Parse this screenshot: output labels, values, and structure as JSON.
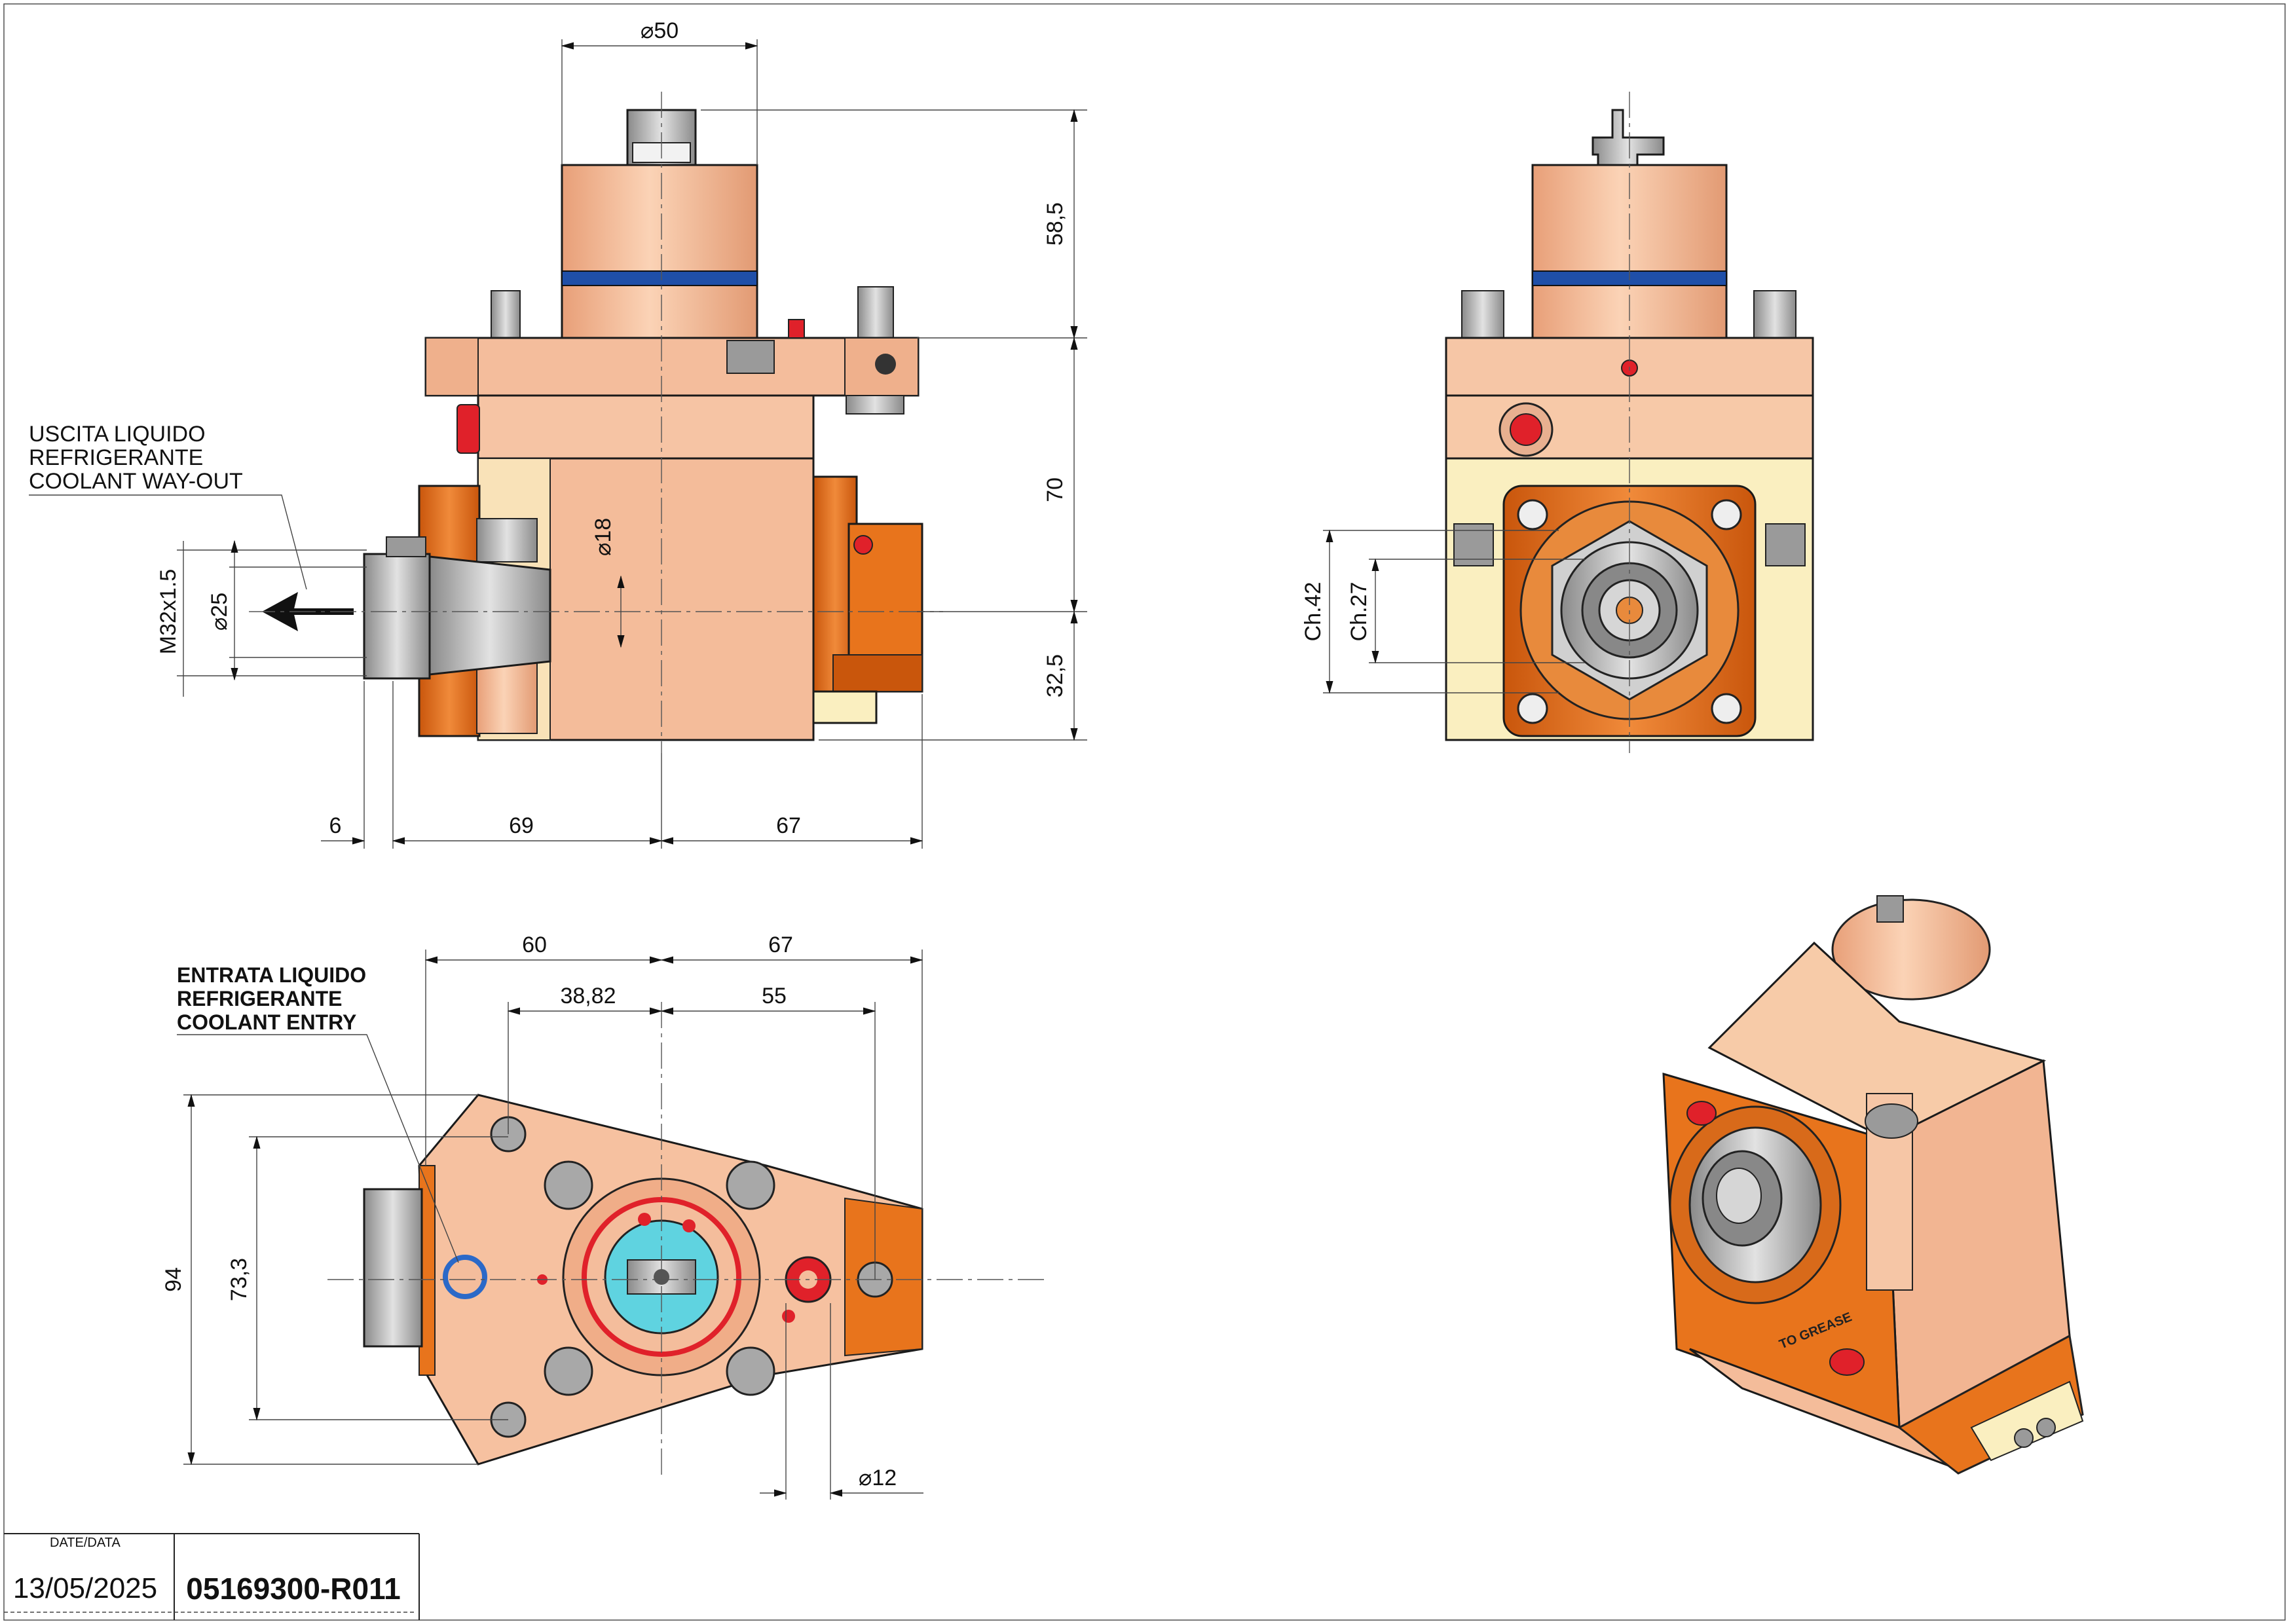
{
  "colors": {
    "copper": "#f2b592",
    "copper_light": "#f7c9a8",
    "copper_dark": "#d98f6a",
    "orange": "#e8741c",
    "orange_dark": "#c9560c",
    "cream": "#faefc0",
    "steel": "#b9b9b9",
    "steel_dark": "#7d7d7d",
    "red": "#e0212a",
    "blue": "#2b69c8",
    "cyan": "#5fd3e0"
  },
  "front_view": {
    "dims": {
      "d50": "50",
      "h58_5": "58,5",
      "h70": "70",
      "h32_5": "32,5",
      "d18": "18",
      "d25": "25",
      "thread": "M32x1.5",
      "w6": "6",
      "w69": "69",
      "w67": "67"
    },
    "note": {
      "line1": "USCITA LIQUIDO",
      "line2": "REFRIGERANTE",
      "line3": "COOLANT WAY-OUT"
    }
  },
  "side_view": {
    "dims": {
      "ch42": "Ch.42",
      "ch27": "Ch.27"
    }
  },
  "top_view": {
    "dims": {
      "w60": "60",
      "w67": "67",
      "w38_82": "38,82",
      "w55": "55",
      "h94": "94",
      "h73_3": "73,3",
      "d12": "12"
    },
    "note": {
      "line1": "ENTRATA LIQUIDO",
      "line2": "REFRIGERANTE",
      "line3": "COOLANT ENTRY"
    }
  },
  "iso_view": {
    "label": "TO GREASE"
  },
  "title_block": {
    "date_label": "DATE/DATA",
    "date": "13/05/2025",
    "code": "05169300-R011"
  }
}
